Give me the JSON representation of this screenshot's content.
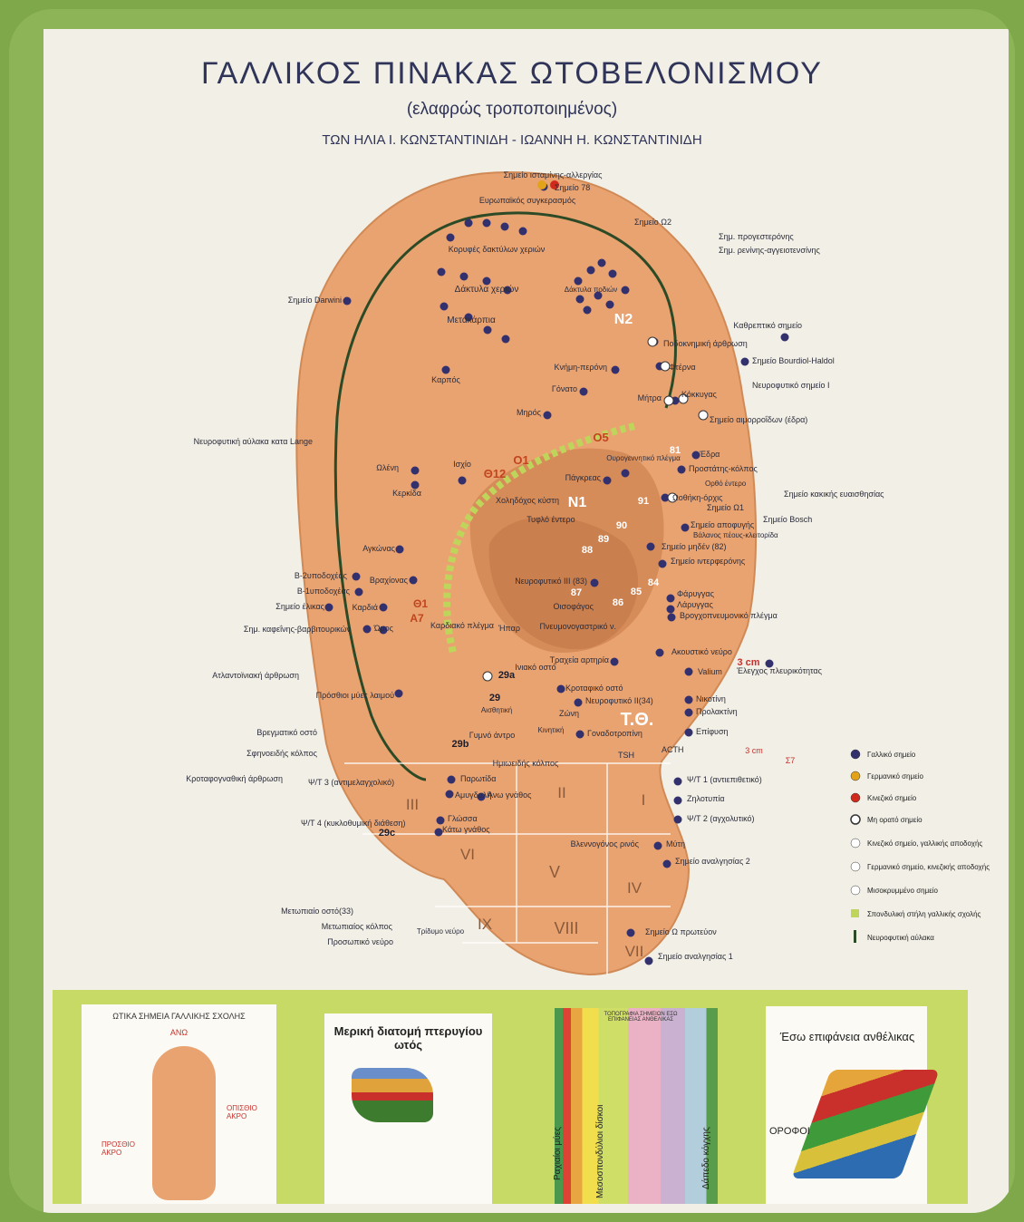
{
  "title": "ΓΑΛΛΙΚΟΣ ΠΙΝΑΚΑΣ ΩΤΟΒΕΛΟΝΙΣΜΟΥ",
  "subtitle": "(ελαφρώς τροποποιημένος)",
  "authors": "ΤΩΝ ΗΛΙΑ Ι. ΚΩΝΣΤΑΝΤΙΝΙΔΗ - ΙΩΑΝΝΗ Η. ΚΩΝΣΤΑΝΤΙΝΙΔΗ",
  "colors": {
    "french": "#33306e",
    "german": "#e2a21a",
    "chinese": "#d02a1c",
    "ear": "#e9a371",
    "green_band": "#bfd45a",
    "title": "#2f3458"
  },
  "labels": [
    "Σημείο ισταμίνης-αλλεργίας",
    "Σημείο 78",
    "Ευρωπαϊκός συγκερασμός",
    "Σημείο Ω2",
    "Σημ. προγεστερόνης",
    "Σημ. ρενίνης-αγγειοτενσίνης",
    "Κορυφές δακτύλων χεριών",
    "Σημείο Darwini",
    "Δάκτυλα χεριών",
    "Μετακάρπια",
    "Καρπός",
    "Δάκτυλα ποδιών",
    "Ποδοκνημική άρθρωση",
    "Φτέρνα",
    "Καθρεπτικό σημείο",
    "Σημείο Bourdiol-Haldol",
    "Κνήμη-περόνη",
    "Γόνατο",
    "Μηρός",
    "Μήτρα",
    "Κόκκυγας",
    "Νευροφυτικό σημείο Ι",
    "Σημείο αιμορροΐδων (έδρα)",
    "Έδρα",
    "Προστάτης-κόλπος",
    "Νευροφυτική αύλακα κατα Lange",
    "Ωλένη",
    "Κερκίδα",
    "Ισχίο",
    "Ουρογεννητικό πλέγμα",
    "Πάγκρεας",
    "Χοληδόχος κύστη",
    "Ωοθήκη-όρχις",
    "Σημείο κακικής ευαισθησίας",
    "Σημείο Ω1",
    "Σημείο Bosch",
    "Σημείο αποφυγής",
    "Βάλανος πέους-κλειτορίδα",
    "Τυφλό έντερο",
    "Σημείο μηδέν (82)",
    "Σημείο ιντερφερόνης",
    "Αγκώνας",
    "Β-2υποδοχέας",
    "Βραχίονας",
    "Β-1υποδοχέας",
    "Σημείο έλικας",
    "Καρδιά",
    "Ώμος",
    "Σημ. καφεΐνης-βαρβιτουρικών",
    "Νευροφυτικό ΙΙΙ (83)",
    "Φάρυγγας",
    "Λάρυγγας",
    "Οισοφάγος",
    "Βρογχοπνευμονικό πλέγμα",
    "Καρδιακό πλέγμα",
    "Ήπαρ",
    "Πνευμονογαστρικό ν.",
    "Ακουστικό νεύρο",
    "Τραχεία αρτηρία",
    "Valium",
    "Έλεγχος πλευρικότητας",
    "Ατλαντοϊνιακή άρθρωση",
    "Ινιακό οστό",
    "Κροταφικό οστό",
    "Νευροφυτικό ΙΙ(34)",
    "Ζώνη",
    "Νικοτίνη",
    "Προλακτίνη",
    "Πρόσθιοι μύες λαιμού",
    "Βρεγματικό οστό",
    "Γυμνό άντρο",
    "Γοναδοτροπίνη",
    "Επίφυση",
    "Σφηνοειδής κόλπος",
    "Ημιωειδής κόλπος",
    "TSH",
    "ACTH",
    "Κροταφογναθική άρθρωση",
    "Παρωτίδα",
    "Αμυγδαλή",
    "Άνω γνάθος",
    "Ψ/Τ 1 (αντιεπιθετικό)",
    "Ζηλοτυπία",
    "Ψ/Τ 2 (αγχολυτικό)",
    "Ψ/Τ 3 (αντιμελαγχολικό)",
    "Ψ/Τ 4 (κυκλοθυμική διάθεση)",
    "Γλώσσα",
    "Κάτω γνάθος",
    "Βλεννογόνος ρινός",
    "Μύτη",
    "Σημείο αναλγησίας 2",
    "Μετωπιαίο οστό(33)",
    "Μετωπιαίος κόλπος",
    "Προσωπικό νεύρο",
    "Τρίδυμο νεύρο",
    "Σημείο Ω πρωτεύον",
    "Σημείο αναλγησίας 1",
    "Αισθητική",
    "Κινητική",
    "Ορθό έντερο"
  ],
  "numbers": [
    "29a",
    "29",
    "29b",
    "29c",
    "91",
    "90",
    "89",
    "88",
    "87",
    "86",
    "85",
    "84",
    "81",
    "3 cm",
    "3 cm",
    "Σ7"
  ],
  "region_codes": {
    "n1": "N1",
    "n2": "N2",
    "o1": "Ο1",
    "o5": "Ο5",
    "theta12": "Θ12",
    "theta1": "Θ1",
    "a7": "Α7",
    "tth": "Τ.Θ."
  },
  "sectors": [
    "I",
    "II",
    "III",
    "IV",
    "V",
    "VI",
    "VII",
    "VIII",
    "IX"
  ],
  "legend": [
    {
      "label": "Γαλλικό σημείο",
      "icon": "french-point"
    },
    {
      "label": "Γερμανικό σημείο",
      "icon": "german-point"
    },
    {
      "label": "Κινεζικό σημείο",
      "icon": "chinese-point"
    },
    {
      "label": "Μη ορατό σημείο",
      "icon": "hidden-point"
    },
    {
      "label": "Κινεζικό σημείο, γαλλικής αποδοχής",
      "icon": "chinese-french-point"
    },
    {
      "label": "Γερμανικό σημείο, κινεζικής αποδοχής",
      "icon": "german-chinese-point"
    },
    {
      "label": "Μισοκρυμμένο σημείο",
      "icon": "half-hidden-point"
    },
    {
      "label": "Σπονδυλική στήλη γαλλικής σχολής",
      "icon": "spine-icon"
    },
    {
      "label": "Νευροφυτική αύλακα",
      "icon": "groove-line-icon"
    }
  ],
  "panels": {
    "p1": {
      "title": "ΩΤΙΚΑ ΣΗΜΕΙΑ ΓΑΛΛΙΚΗΣ ΣΧΟΛΗΣ",
      "top": "ΑΝΩ",
      "left": "ΠΡΟΣΘΙΟ ΑΚΡΟ",
      "right": "ΟΠΙΣΘΙΟ ΑΚΡΟ"
    },
    "p2": {
      "title": "Μερική διατομή πτερυγίου ωτός"
    },
    "p3": {
      "title": "ΤΟΠΟΓΡΑΦΙΑ ΣΗΜΕΙΩΝ ΕΣΩ ΕΠΙΦΑΝΕΙΑΣ ΑΝΘΕΛΙΚΑΣ",
      "cols": [
        "Ραχιαίοι μύες",
        "Μεσοσπονδύλιοι δίσκοι",
        "Δάπεδο κόγχης"
      ]
    },
    "p4": {
      "title": "Έσω επιφάνεια ανθέλικας",
      "left": "ΟΡΟΦΟΙ"
    }
  }
}
